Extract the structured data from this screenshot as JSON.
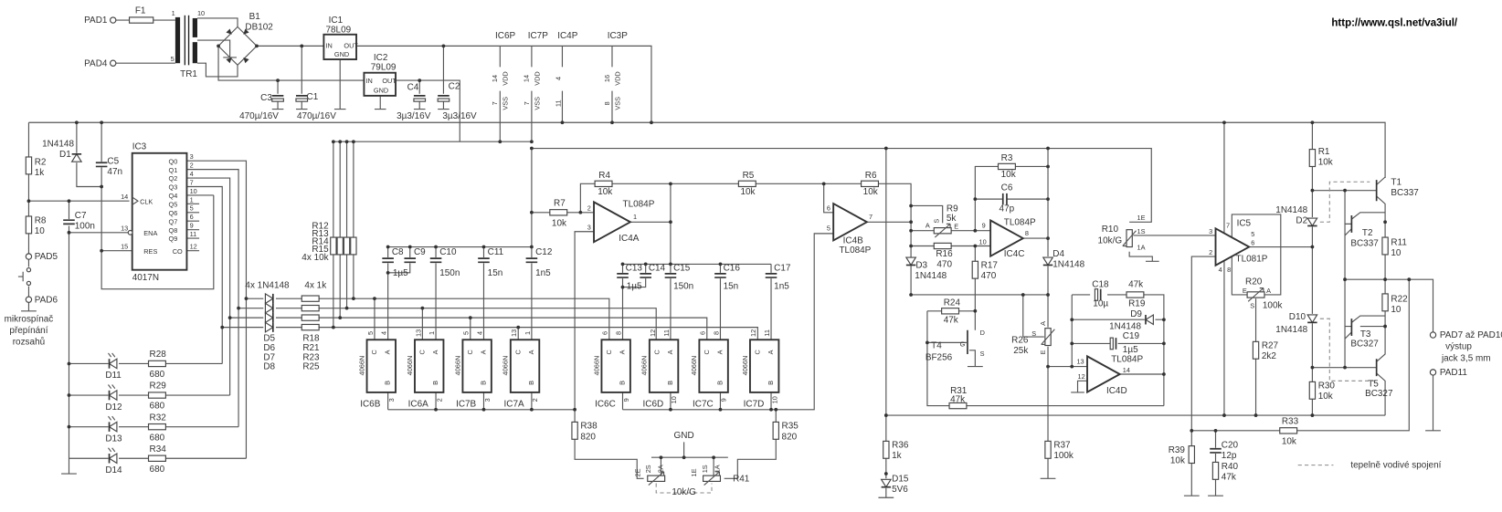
{
  "url": "http://www.qsl.net/va3iul/",
  "pads": {
    "pad1": "PAD1",
    "pad4": "PAD4",
    "pad5": "PAD5",
    "pad6": "PAD6",
    "pad7": "PAD7 až PAD10",
    "pad11": "PAD11"
  },
  "notes": {
    "switch": [
      "mikrospínač",
      "přepínání",
      "rozsahů"
    ],
    "output": [
      "výstup",
      "jack 3,5 mm"
    ],
    "thermal_legend": "tepelně vodivé spojení",
    "gnd": "GND"
  },
  "supply": {
    "IC6P": {
      "ref": "IC6P",
      "vdd": "14",
      "vss": "7"
    },
    "IC7P": {
      "ref": "IC7P",
      "vdd": "14",
      "vss": "7"
    },
    "IC4P": {
      "ref": "IC4P",
      "vdd": "4",
      "vss": "11"
    },
    "IC3P": {
      "ref": "IC3P",
      "vdd": "16",
      "vss": "8"
    },
    "vdd_label": "VDD",
    "vss_label": "VSS"
  },
  "parts": {
    "F1": {
      "ref": "F1"
    },
    "TR1": {
      "ref": "TR1",
      "pins": [
        "1",
        "10",
        "5"
      ]
    },
    "B1": {
      "ref": "B1",
      "value": "DB102"
    },
    "IC1": {
      "ref": "IC1",
      "value": "78L09",
      "pins": [
        "IN",
        "OUT",
        "GND"
      ]
    },
    "IC2": {
      "ref": "IC2",
      "value": "79L09",
      "pins": [
        "IN",
        "OUT",
        "GND"
      ]
    },
    "C1": {
      "ref": "C1",
      "value": "470µ/16V"
    },
    "C2": {
      "ref": "C2",
      "value": "3µ3/16V"
    },
    "C3": {
      "ref": "C3",
      "value": "470µ/16V"
    },
    "C4": {
      "ref": "C4",
      "value": "3µ3/16V"
    },
    "IC3": {
      "ref": "IC3",
      "value": "4017N",
      "outputs": [
        "Q0",
        "Q1",
        "Q2",
        "Q3",
        "Q4",
        "Q5",
        "Q6",
        "Q7",
        "Q8",
        "Q9"
      ],
      "output_pins": [
        "3",
        "2",
        "4",
        "7",
        "10",
        "1",
        "5",
        "6",
        "9",
        "11"
      ],
      "clk": "CLK",
      "clk_pin": "14",
      "ena": "ENA",
      "ena_pin": "13",
      "res": "RES",
      "res_pin": "15",
      "co": "CO",
      "co_pin": "12"
    },
    "R2": {
      "ref": "R2",
      "value": "1k"
    },
    "R8": {
      "ref": "R8",
      "value": "10"
    },
    "D1": {
      "ref": "D1",
      "value": "1N4148"
    },
    "C5": {
      "ref": "C5",
      "value": "47n"
    },
    "C7": {
      "ref": "C7",
      "value": "100n"
    },
    "LEDS": [
      {
        "ref": "D11",
        "r_ref": "R28",
        "r_value": "680"
      },
      {
        "ref": "D12",
        "r_ref": "R29",
        "r_value": "680"
      },
      {
        "ref": "D13",
        "r_ref": "R32",
        "r_value": "680"
      },
      {
        "ref": "D14",
        "r_ref": "R34",
        "r_value": "680"
      }
    ],
    "DIODES_4X": {
      "value": "4x 1N4148",
      "refs": [
        "D5",
        "D6",
        "D7",
        "D8"
      ]
    },
    "RES_4X": {
      "value": "4x 1k",
      "refs": [
        "R18",
        "R21",
        "R23",
        "R25"
      ]
    },
    "RES_PULL": {
      "value": "4x 10k",
      "refs": [
        "R12",
        "R13",
        "R14",
        "R15"
      ]
    },
    "C8": {
      "ref": "C8",
      "value": "1µ5"
    },
    "C9": {
      "ref": "C9"
    },
    "C10": {
      "ref": "C10",
      "value": "150n"
    },
    "C11": {
      "ref": "C11",
      "value": "15n"
    },
    "C12": {
      "ref": "C12",
      "value": "1n5"
    },
    "C13": {
      "ref": "C13",
      "value": "1µ5"
    },
    "C14": {
      "ref": "C14"
    },
    "C15": {
      "ref": "C15",
      "value": "150n"
    },
    "C16": {
      "ref": "C16",
      "value": "15n"
    },
    "C17": {
      "ref": "C17",
      "value": "1n5"
    },
    "SW4066": [
      {
        "ref": "IC6B",
        "c": "5",
        "a": "4",
        "b": "3"
      },
      {
        "ref": "IC6A",
        "c": "13",
        "a": "1",
        "b": "2"
      },
      {
        "ref": "IC7B",
        "c": "5",
        "a": "4",
        "b": "3"
      },
      {
        "ref": "IC7A",
        "c": "13",
        "a": "1",
        "b": "2"
      },
      {
        "ref": "IC6C",
        "c": "6",
        "a": "8",
        "b": "9"
      },
      {
        "ref": "IC6D",
        "c": "12",
        "a": "11",
        "b": "10"
      },
      {
        "ref": "IC7C",
        "c": "6",
        "a": "8",
        "b": "9"
      },
      {
        "ref": "IC7D",
        "c": "12",
        "a": "11",
        "b": "10"
      }
    ],
    "SW4066_value": "4066N",
    "SW4066_letters": [
      "C",
      "A",
      "B"
    ],
    "R7": {
      "ref": "R7",
      "value": "10k"
    },
    "R4": {
      "ref": "R4",
      "value": "10k"
    },
    "R5": {
      "ref": "R5",
      "value": "10k"
    },
    "R6": {
      "ref": "R6",
      "value": "10k"
    },
    "IC4A": {
      "ref": "IC4A",
      "value": "TL084P",
      "pins": [
        "2",
        "3",
        "1"
      ]
    },
    "IC4B": {
      "ref": "IC4B",
      "value": "TL084P",
      "pins": [
        "6",
        "5",
        "7"
      ]
    },
    "IC4C": {
      "ref": "IC4C",
      "value": "TL084P",
      "pins": [
        "9",
        "10",
        "8"
      ]
    },
    "IC4D": {
      "ref": "IC4D",
      "value": "TL084P",
      "pins": [
        "13",
        "12",
        "14"
      ]
    },
    "R38": {
      "ref": "R38",
      "value": "820"
    },
    "R35": {
      "ref": "R35",
      "value": "820"
    },
    "R41": {
      "ref": "R41",
      "value": "10k/G",
      "pins": [
        "2E",
        "2S",
        "2A",
        "1E",
        "1S",
        "1A"
      ]
    },
    "R9": {
      "ref": "R9",
      "value": "5k",
      "pins": [
        "A",
        "E",
        "S"
      ]
    },
    "R16": {
      "ref": "R16",
      "value": "470"
    },
    "D3": {
      "ref": "D3",
      "value": "1N4148"
    },
    "R3": {
      "ref": "R3",
      "value": "10k"
    },
    "C6": {
      "ref": "C6",
      "value": "47p"
    },
    "D4": {
      "ref": "D4",
      "value": "1N4148"
    },
    "R17": {
      "ref": "R17",
      "value": "470"
    },
    "R24": {
      "ref": "R24",
      "value": "47k"
    },
    "T4": {
      "ref": "T4",
      "value": "BF256",
      "pins": [
        "D",
        "G",
        "S"
      ]
    },
    "R26": {
      "ref": "R26",
      "value": "25k",
      "pins": [
        "S",
        "A",
        "E"
      ]
    },
    "R31": {
      "ref": "R31",
      "value": "47k"
    },
    "C18": {
      "ref": "C18",
      "value": "10µ"
    },
    "R19": {
      "ref": "R19",
      "value": "47k"
    },
    "D9": {
      "ref": "D9",
      "value": "1N4148"
    },
    "C19": {
      "ref": "C19",
      "value": "1µ5"
    },
    "R36": {
      "ref": "R36",
      "value": "1k"
    },
    "D15": {
      "ref": "D15",
      "value": "5V6"
    },
    "R37": {
      "ref": "R37",
      "value": "100k"
    },
    "R10": {
      "ref": "R10",
      "value": "10k/G",
      "pins": [
        "1E",
        "1S",
        "1A"
      ]
    },
    "IC5": {
      "ref": "IC5",
      "value": "TL081P",
      "pins": [
        "3",
        "2",
        "6",
        "7",
        "5",
        "4",
        "8"
      ]
    },
    "R20": {
      "ref": "R20",
      "value": "100k",
      "pins": [
        "E",
        "A",
        "S"
      ]
    },
    "R27": {
      "ref": "R27",
      "value": "2k2"
    },
    "R1": {
      "ref": "R1",
      "value": "10k"
    },
    "D2": {
      "ref": "D2",
      "value": "1N4148"
    },
    "T1": {
      "ref": "T1",
      "value": "BC337"
    },
    "T2": {
      "ref": "T2",
      "value": "BC337"
    },
    "R11": {
      "ref": "R11",
      "value": "10"
    },
    "R22": {
      "ref": "R22",
      "value": "10"
    },
    "D10": {
      "ref": "D10",
      "value": "1N4148"
    },
    "T3": {
      "ref": "T3",
      "value": "BC327"
    },
    "T5": {
      "ref": "T5",
      "value": "BC327"
    },
    "R30": {
      "ref": "R30",
      "value": "10k"
    },
    "R33": {
      "ref": "R33",
      "value": "10k"
    },
    "R39": {
      "ref": "R39",
      "value": "10k"
    },
    "C20": {
      "ref": "C20",
      "value": "12p"
    },
    "R40": {
      "ref": "R40",
      "value": "47k"
    }
  }
}
